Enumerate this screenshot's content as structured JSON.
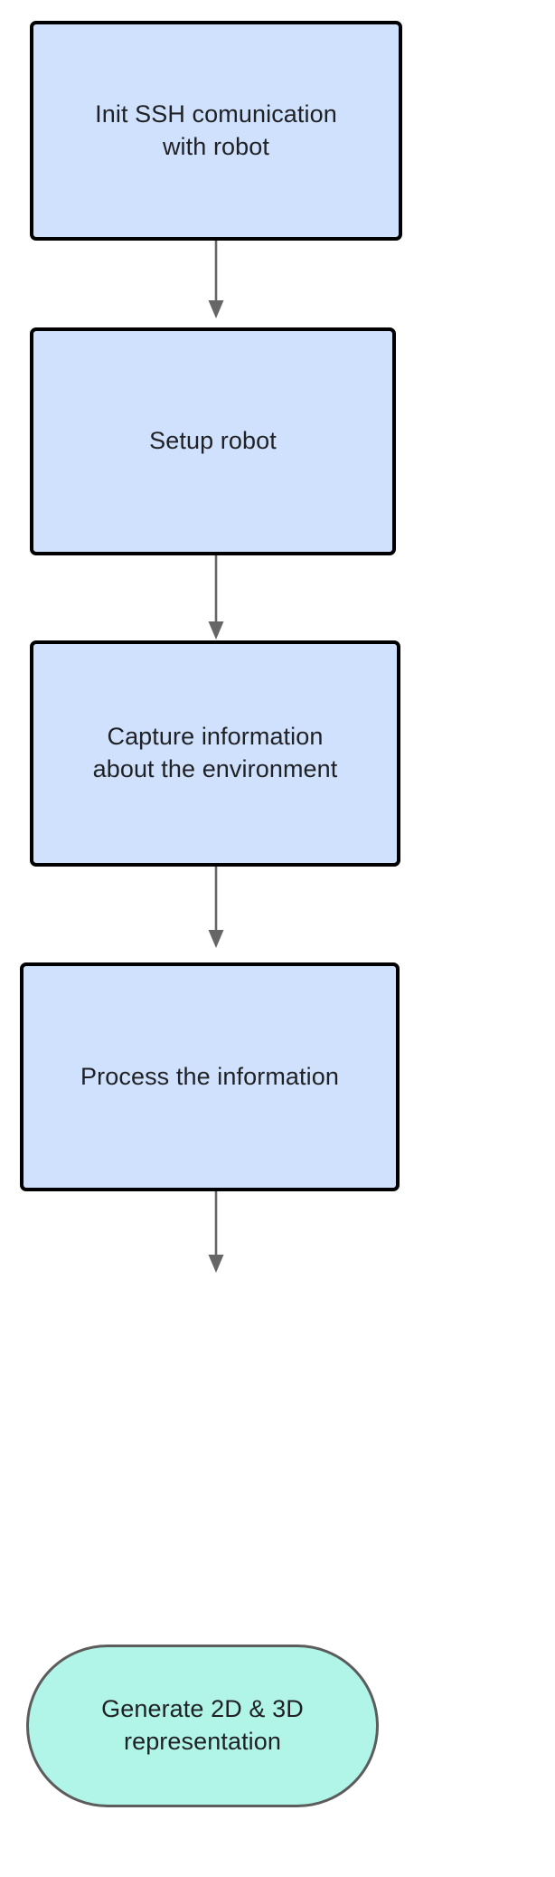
{
  "diagram": {
    "title": "Robot environment capture pipeline flowchart",
    "type": "flowchart",
    "orientation": "top-to-bottom",
    "background_color": "#ffffff",
    "colors": {
      "process_fill": "#cfe1fc",
      "process_stroke": "#000000",
      "terminal_fill": "#b0f5e8",
      "terminal_stroke": "#5c5c5c",
      "edge_stroke": "#666666",
      "text": "#1f2125"
    },
    "nodes": [
      {
        "id": "n1",
        "shape": "rounded-rectangle",
        "label": "Init SSH comunication\nwith robot",
        "line1": "Init SSH comunication",
        "line2": "with robot"
      },
      {
        "id": "n2",
        "shape": "rounded-rectangle",
        "label": "Setup robot",
        "line1": "Setup robot",
        "line2": ""
      },
      {
        "id": "n3",
        "shape": "rounded-rectangle",
        "label": "Capture information\nabout the environment",
        "line1": "Capture information",
        "line2": "about the environment"
      },
      {
        "id": "n4",
        "shape": "rounded-rectangle",
        "label": "Process the information",
        "line1": "Process the information",
        "line2": ""
      },
      {
        "id": "n5",
        "shape": "stadium",
        "label": "Generate 2D & 3D\nrepresentation",
        "line1": "Generate 2D & 3D",
        "line2": "representation"
      }
    ],
    "edges": [
      {
        "id": "e1",
        "from": "n1",
        "to": "n2",
        "arrow": "down"
      },
      {
        "id": "e2",
        "from": "n2",
        "to": "n3",
        "arrow": "down"
      },
      {
        "id": "e3",
        "from": "n3",
        "to": "n4",
        "arrow": "down"
      },
      {
        "id": "e4",
        "from": "n4",
        "to": "n5",
        "arrow": "down"
      }
    ]
  }
}
